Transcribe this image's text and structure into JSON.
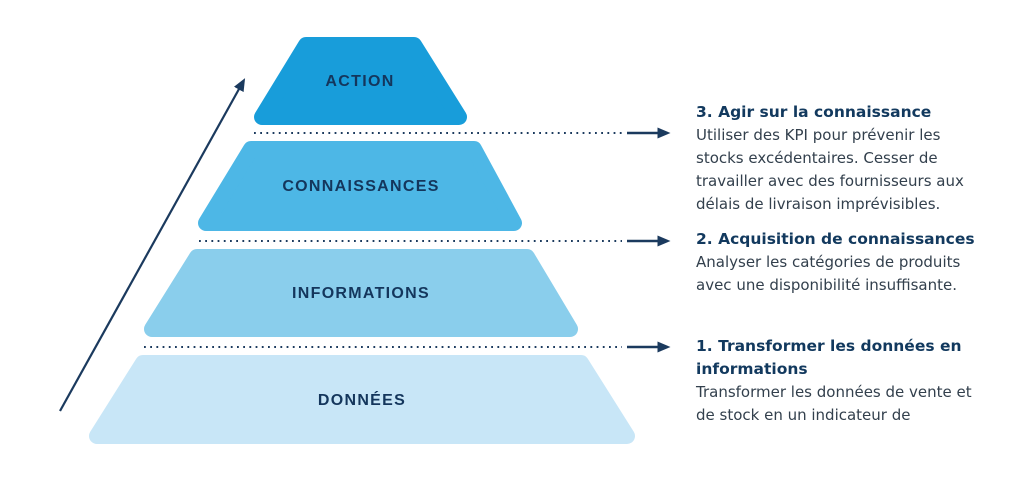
{
  "diagram": {
    "type": "pyramid",
    "levels": [
      {
        "label": "ACTION",
        "color": "#189dda"
      },
      {
        "label": "CONNAISSANCES",
        "color": "#4db7e6"
      },
      {
        "label": "INFORMATIONS",
        "color": "#8aceec"
      },
      {
        "label": "DONNÉES",
        "color": "#c8e6f7"
      }
    ],
    "label_color": "#14365c",
    "line_color": "#1b3a5e"
  },
  "annotations": [
    {
      "title_lines": [
        "3. Agir sur la connaissance"
      ],
      "body_lines": [
        "Utiliser des KPI pour prévenir les",
        "stocks excédentaires. Cesser de",
        "travailler avec des fournisseurs aux",
        "délais de livraison imprévisibles."
      ]
    },
    {
      "title_lines": [
        "2. Acquisition de connaissances"
      ],
      "body_lines": [
        "Analyser les catégories de produits",
        "avec une disponibilité insuffisante."
      ]
    },
    {
      "title_lines": [
        "1. Transformer les données en",
        "informations"
      ],
      "body_lines": [
        "Transformer les données de vente et",
        "de stock en un indicateur de"
      ]
    }
  ]
}
